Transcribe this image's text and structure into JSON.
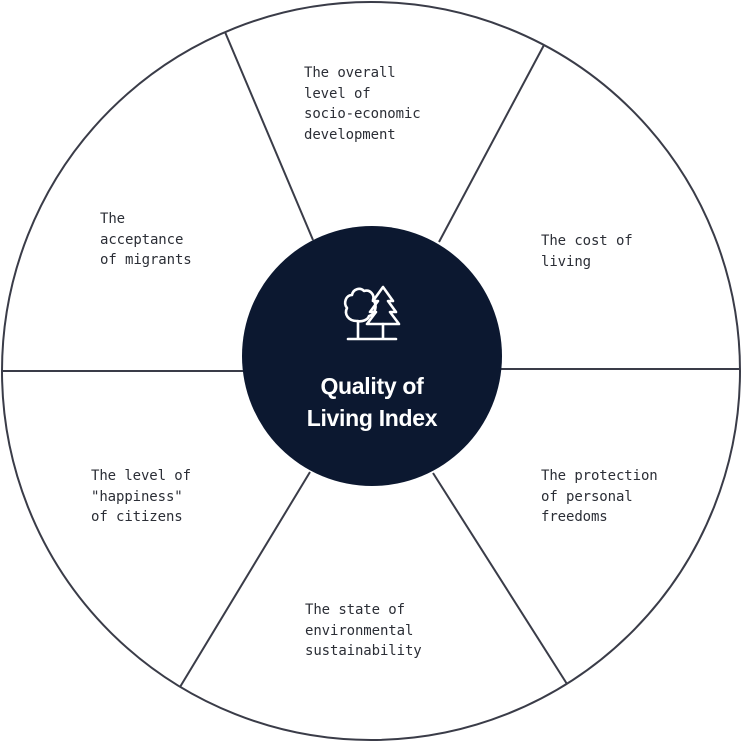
{
  "diagram": {
    "title": "Quality of Living Index",
    "title_lines": [
      "Quality of",
      "Living Index"
    ],
    "center_icon": "trees-icon",
    "colors": {
      "center_fill": "#0c1830",
      "stroke": "#3a3c48",
      "text": "#2b2e36",
      "center_text": "#ffffff",
      "background": "#ffffff"
    },
    "segments": [
      {
        "id": "socio-economic",
        "label": "The overall\nlevel of\nsocio-economic\ndevelopment"
      },
      {
        "id": "cost-of-living",
        "label": "The cost of\nliving"
      },
      {
        "id": "personal-freedoms",
        "label": "The protection\nof personal\nfreedoms"
      },
      {
        "id": "environmental-sustainability",
        "label": "The state of\nenvironmental\nsustainability"
      },
      {
        "id": "happiness",
        "label": "The level of\n\"happiness\"\nof citizens"
      },
      {
        "id": "migrants",
        "label": "The\nacceptance\nof migrants"
      }
    ]
  }
}
